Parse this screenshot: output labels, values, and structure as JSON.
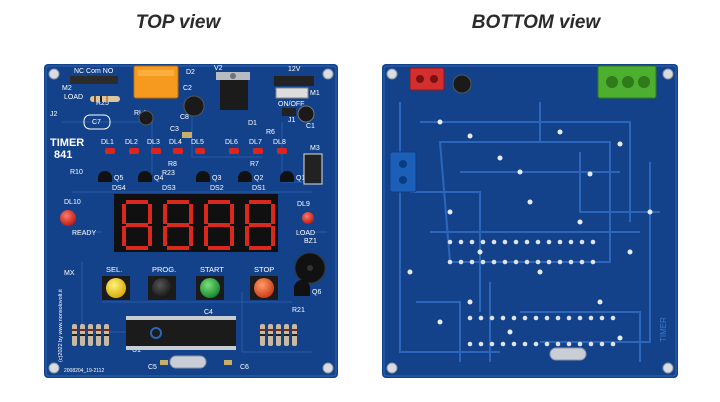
{
  "titles": {
    "top": "TOP view",
    "bottom": "BOTTOM view"
  },
  "silkscreen": {
    "relay_contacts": "NC Com NO",
    "m2": "M2",
    "load": "LOAD",
    "r25": "R25",
    "c7": "C7",
    "j2": "J2",
    "rl1": "RL1",
    "d2": "D2",
    "v2": "V2",
    "c2": "C2",
    "c8": "C8",
    "c3": "C3",
    "d1": "D1",
    "voltage": "12V",
    "m1": "M1",
    "on_off": "ON/OFF",
    "j1": "J1",
    "c1": "C1",
    "r6": "R6",
    "brand_line1": "TIMER",
    "brand_line2": "841",
    "dl_labels": [
      "DL1",
      "DL2",
      "DL3",
      "DL4",
      "DL5",
      "DL6",
      "DL7",
      "DL8"
    ],
    "r8": "R8",
    "r23": "R23",
    "r7": "R7",
    "r10": "R10",
    "transistors": [
      "Q5",
      "Q4",
      "Q3",
      "Q2",
      "Q1"
    ],
    "ds_labels": [
      "DS4",
      "DS3",
      "DS2",
      "DS1"
    ],
    "m3": "M3",
    "dl10": "DL10",
    "ready": "READY",
    "dl9": "DL9",
    "load_led": "LOAD",
    "bz1": "BZ1",
    "mx": "MX",
    "buttons": [
      "SEL.",
      "PROG.",
      "START",
      "STOP"
    ],
    "q6": "Q6",
    "r21": "R21",
    "copyright": "(c)2022 by www.nonsolovolt.it",
    "c4": "C4",
    "u1": "U1",
    "c5": "C5",
    "c6": "C6",
    "serial": "2008204_19-2112"
  },
  "colors": {
    "pcb_blue": "#14428a",
    "pcb_dark": "#0d2f66",
    "trace": "#2d66b8",
    "silk": "#ffffff",
    "relay": "#f59a1e",
    "led_red": "#e0241b",
    "btn_yellow": "#f2cf10",
    "btn_black": "#1c1c1c",
    "btn_green": "#1fa93a",
    "btn_red": "#e54a1f",
    "terminal_red": "#d32f2f",
    "terminal_green": "#4caf2f",
    "terminal_blue": "#1c5fb8",
    "display_red": "#d9281c"
  }
}
